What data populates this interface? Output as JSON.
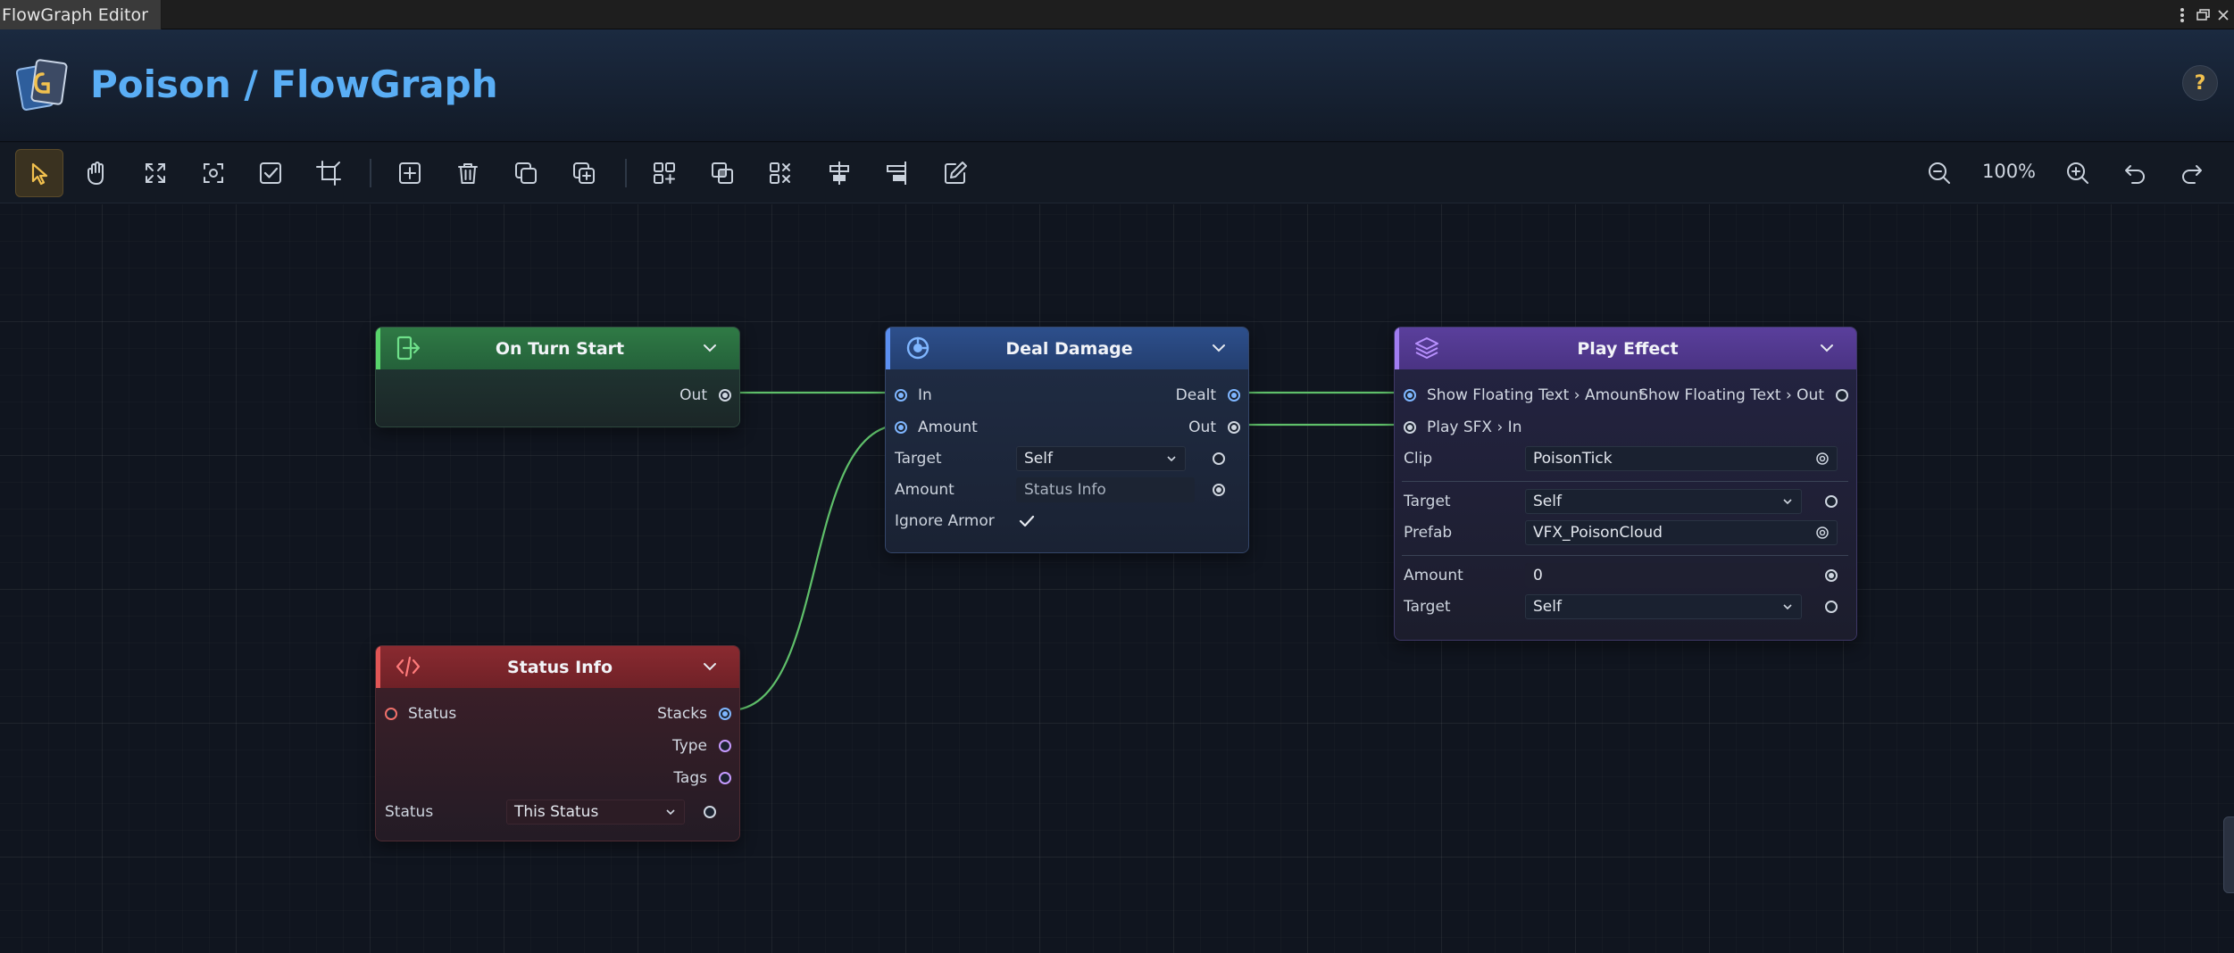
{
  "window": {
    "tab_title": "FlowGraph Editor"
  },
  "header": {
    "title": "Poison / FlowGraph",
    "help_label": "?"
  },
  "toolbar": {
    "tools": [
      {
        "name": "select-tool",
        "icon": "cursor-icon",
        "active": true
      },
      {
        "name": "pan-tool",
        "icon": "hand-icon"
      },
      {
        "name": "fit-view",
        "icon": "expand-icon"
      },
      {
        "name": "focus-selection",
        "icon": "focus-icon"
      },
      {
        "name": "select-all",
        "icon": "checkbox-icon"
      },
      {
        "name": "crop-tool",
        "icon": "crop-icon"
      },
      {
        "name": "add-node",
        "icon": "plus-square-icon"
      },
      {
        "name": "delete-node",
        "icon": "trash-icon"
      },
      {
        "name": "duplicate-node",
        "icon": "copy-icon"
      },
      {
        "name": "copy-paste",
        "icon": "clone-icon"
      },
      {
        "name": "add-group",
        "icon": "grid-plus-icon"
      },
      {
        "name": "merge-group",
        "icon": "overlap-icon"
      },
      {
        "name": "ungroup",
        "icon": "grid-x-icon"
      },
      {
        "name": "align-center",
        "icon": "align-center-icon"
      },
      {
        "name": "align-right",
        "icon": "align-right-icon"
      },
      {
        "name": "edit-node",
        "icon": "edit-icon"
      }
    ],
    "zoom_label": "100%",
    "accent_color": "#f2c14e"
  },
  "nodes": {
    "on_turn_start": {
      "title": "On Turn Start",
      "outputs": [
        "Out"
      ],
      "color": "#2f7a45"
    },
    "deal_damage": {
      "title": "Deal Damage",
      "inputs": [
        "In",
        "Amount"
      ],
      "outputs": [
        "Dealt",
        "Out"
      ],
      "props": {
        "target_label": "Target",
        "target_value": "Self",
        "amount_label": "Amount",
        "amount_value": "Status Info",
        "ignore_armor_label": "Ignore Armor",
        "ignore_armor_checked": true
      },
      "color": "#2d4f8c"
    },
    "play_effect": {
      "title": "Play Effect",
      "inputs": [
        "Show Floating Text › Amount",
        "Play SFX › In"
      ],
      "outputs": [
        "Show Floating Text › Out"
      ],
      "props": {
        "clip_label": "Clip",
        "clip_value": "PoisonTick",
        "target1_label": "Target",
        "target1_value": "Self",
        "prefab_label": "Prefab",
        "prefab_value": "VFX_PoisonCloud",
        "amount_label": "Amount",
        "amount_value": "0",
        "target2_label": "Target",
        "target2_value": "Self"
      },
      "color": "#5a3f9c"
    },
    "status_info": {
      "title": "Status Info",
      "inputs": [
        "Status"
      ],
      "outputs": [
        "Stacks",
        "Type",
        "Tags"
      ],
      "props": {
        "status_label": "Status",
        "status_value": "This Status"
      },
      "color": "#8a2a30"
    }
  },
  "wire_color": "#5fbf6a"
}
